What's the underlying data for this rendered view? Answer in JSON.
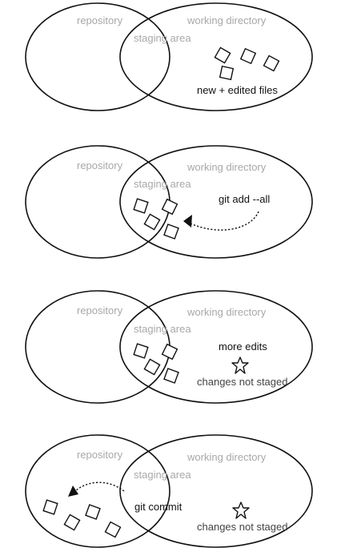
{
  "labels": {
    "repository": "repository",
    "working_directory": "working directory",
    "staging_area": "staging area"
  },
  "panels": [
    {
      "id": "panel-1",
      "action": "new + edited files"
    },
    {
      "id": "panel-2",
      "action": "git add --all"
    },
    {
      "id": "panel-3",
      "action": "more edits",
      "note": "changes not staged"
    },
    {
      "id": "panel-4",
      "action": "git commit",
      "note": "changes not staged"
    }
  ],
  "icons": {
    "file": "file-icon",
    "change": "star-icon",
    "arrow": "dashed-arrow-icon"
  },
  "colors": {
    "outline": "#111111",
    "muted_label": "#a8a8a8",
    "note_label": "#444444",
    "background": "#ffffff"
  }
}
